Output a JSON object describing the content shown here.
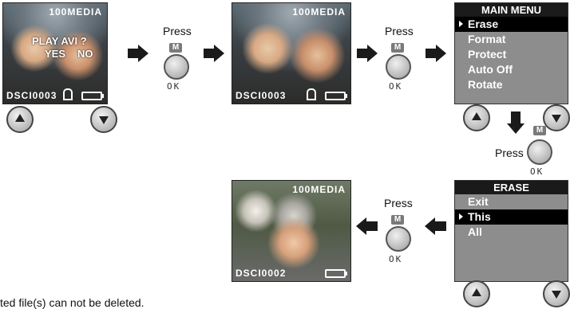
{
  "screens": [
    {
      "folder": "100MEDIA",
      "filename": "DSCI0003",
      "prompt": "PLAY AVI ?",
      "options": [
        "YES",
        "NO"
      ]
    },
    {
      "folder": "100MEDIA",
      "filename": "DSCI0003"
    },
    {
      "folder": "100MEDIA",
      "filename": "DSCI0002"
    }
  ],
  "main_menu": {
    "title": "MAIN MENU",
    "items": [
      "Erase",
      "Format",
      "Protect",
      "Auto Off",
      "Rotate"
    ],
    "selected": "Erase"
  },
  "erase_menu": {
    "title": "ERASE",
    "items": [
      "Exit",
      "This",
      "All"
    ],
    "selected": "This"
  },
  "press": {
    "label": "Press",
    "key": "M",
    "ok": "OK"
  },
  "icons": [
    "up-button-icon",
    "down-button-icon",
    "arrow-right-icon",
    "arrow-left-icon",
    "arrow-down-icon",
    "lock-icon",
    "battery-icon",
    "ok-button-icon"
  ],
  "footer": {
    "text": "ted file(s) can not be deleted."
  },
  "colors": {
    "menu_bg": "#8d8d8d",
    "title_bg": "#1a1a1a",
    "selected_bg": "#000000",
    "arrow": "#1a1a1a"
  }
}
